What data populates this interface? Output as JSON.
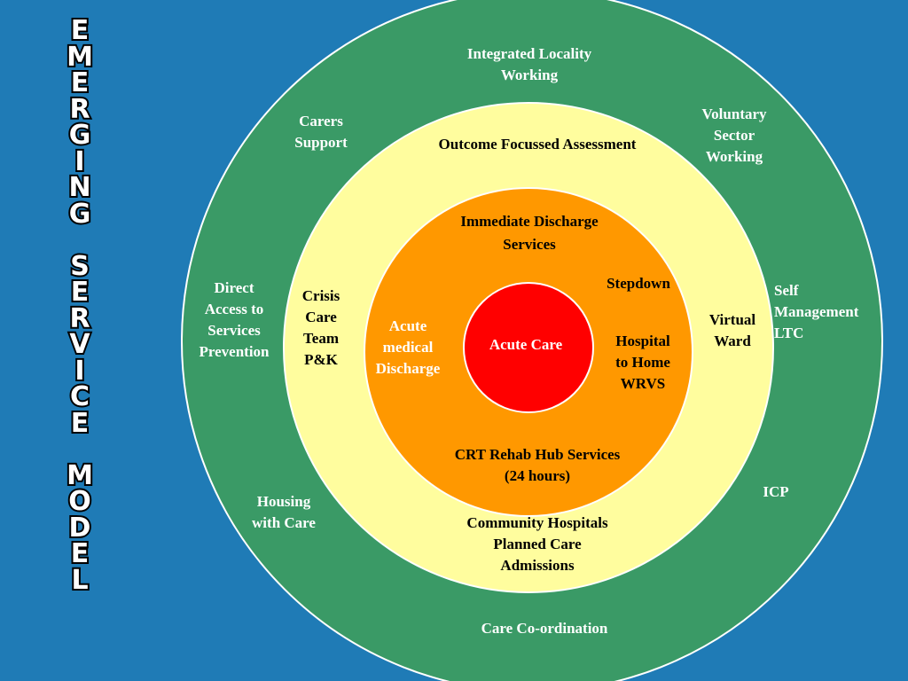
{
  "title": "EMERGING SERVICE MODEL",
  "colors": {
    "background": "#1f7bb6",
    "outer_ring": "#3a9a66",
    "middle_ring": "#fffd9e",
    "inner_ring": "#ff9800",
    "core": "#ff0000",
    "ring_border": "#ffffff"
  },
  "core": {
    "label": "Acute Care"
  },
  "inner_ring": {
    "labels": [
      {
        "key": "immediate",
        "lines": [
          "Immediate Discharge",
          "Services"
        ]
      },
      {
        "key": "stepdown",
        "lines": [
          "Stepdown"
        ]
      },
      {
        "key": "acute-medical",
        "lines": [
          "Acute",
          "medical",
          "Discharge"
        ]
      },
      {
        "key": "hospital-home",
        "lines": [
          "Hospital",
          "to Home",
          "WRVS"
        ]
      },
      {
        "key": "crt",
        "lines": [
          "CRT Rehab Hub Services",
          "(24 hours)"
        ]
      }
    ]
  },
  "middle_ring": {
    "labels": [
      {
        "key": "outcome",
        "lines": [
          "Outcome Focussed Assessment"
        ]
      },
      {
        "key": "crisis",
        "lines": [
          "Crisis",
          "Care",
          "Team",
          "P&K"
        ]
      },
      {
        "key": "virtual",
        "lines": [
          "Virtual",
          "Ward"
        ]
      },
      {
        "key": "community",
        "lines": [
          "Community Hospitals",
          "Planned Care",
          "Admissions"
        ]
      }
    ]
  },
  "outer_ring": {
    "labels": [
      {
        "key": "integrated",
        "lines": [
          "Integrated Locality",
          "Working"
        ]
      },
      {
        "key": "carers",
        "lines": [
          "Carers",
          "Support"
        ]
      },
      {
        "key": "voluntary",
        "lines": [
          "Voluntary",
          "Sector",
          "Working"
        ]
      },
      {
        "key": "direct",
        "lines": [
          "Direct",
          "Access to",
          "Services",
          "Prevention"
        ]
      },
      {
        "key": "self",
        "lines": [
          "Self",
          "Management",
          "LTC"
        ]
      },
      {
        "key": "housing",
        "lines": [
          "Housing",
          "with Care"
        ]
      },
      {
        "key": "icp",
        "lines": [
          "ICP"
        ]
      },
      {
        "key": "care-coordination",
        "lines": [
          "Care Co-ordination"
        ]
      }
    ]
  }
}
